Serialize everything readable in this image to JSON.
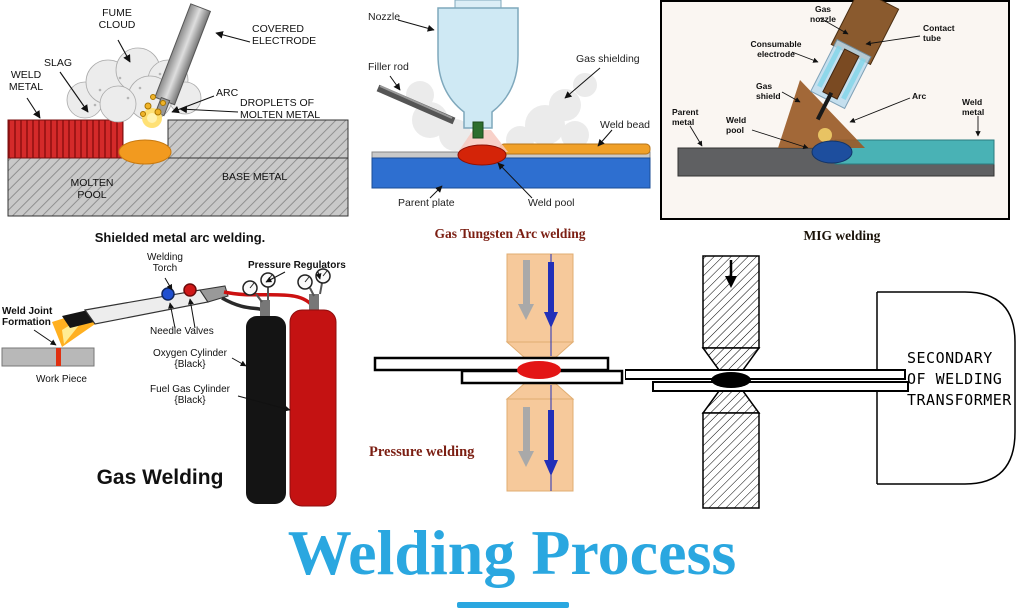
{
  "title": "Welding Process",
  "colors": {
    "title_blue": "#2AA7E0",
    "caption_red": "#7B1E12",
    "weld_pool_red": "#D42408",
    "parent_plate_blue": "#2E6FD0",
    "weld_metal_teal": "#49B2B5",
    "electrode_peach": "#F6C99B"
  },
  "smaw": {
    "caption": "Shielded metal arc welding.",
    "labels": {
      "fume_cloud": "FUME CLOUD",
      "covered_electrode": "COVERED ELECTRODE",
      "slag": "SLAG",
      "weld_metal": "WELD METAL",
      "arc": "ARC",
      "droplets": "DROPLETS OF MOLTEN METAL",
      "molten_pool": "MOLTEN POOL",
      "base_metal": "BASE METAL"
    }
  },
  "gtaw": {
    "caption": "Gas Tungsten Arc welding",
    "labels": {
      "nozzle": "Nozzle",
      "filler_rod": "Filler rod",
      "gas_shielding": "Gas shielding",
      "weld_bead": "Weld bead",
      "parent_plate": "Parent plate",
      "weld_pool": "Weld pool"
    }
  },
  "mig": {
    "caption": "MIG welding",
    "labels": {
      "gas_nozzle": "Gas nozzle",
      "consumable_electrode": "Consumable electrode",
      "contact_tube": "Contact tube",
      "gas_shield": "Gas shield",
      "arc": "Arc",
      "parent_metal": "Parent metal",
      "weld_pool": "Weld pool",
      "weld_metal": "Weld metal"
    }
  },
  "gas_welding": {
    "caption": "Gas Welding",
    "labels": {
      "welding_torch": "Welding Torch",
      "needle_valves": "Needle Valves",
      "pressure_regulators": "Pressure Regulators",
      "weld_joint_formation": "Weld Joint Formation",
      "work_piece": "Work Piece",
      "oxygen_cylinder": "Oxygen Cylinder {Black}",
      "fuel_gas_cylinder": "Fuel Gas Cylinder {Black}"
    }
  },
  "pressure_welding": {
    "caption": "Pressure welding"
  },
  "resistance_welding": {
    "label_lines": [
      "SECONDARY",
      "OF WELDING",
      "TRANSFORMER"
    ]
  }
}
